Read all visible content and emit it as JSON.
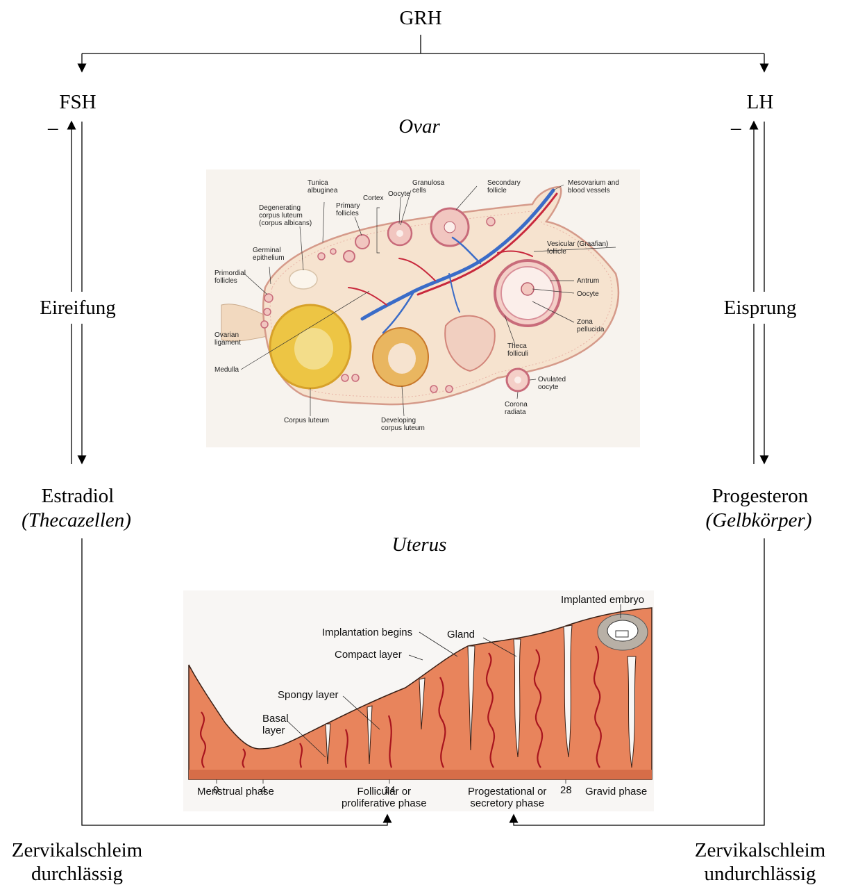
{
  "top": {
    "grh": "GRH",
    "fsh": "FSH",
    "lh": "LH"
  },
  "left": {
    "minus": "–",
    "process": "Eireifung",
    "hormone": "Estradiol",
    "source": "(Thecazellen)",
    "mucus_line1": "Zervikalschleim",
    "mucus_line2": "durchlässig"
  },
  "right": {
    "minus": "–",
    "process": "Eisprung",
    "hormone": "Progesteron",
    "source": "(Gelbkörper)",
    "mucus_line1": "Zervikalschleim",
    "mucus_line2": "undurchlässig"
  },
  "ovary": {
    "heading": "Ovar",
    "labels": {
      "tunica": "Tunica\nalbuginea",
      "granulosa": "Granulosa\ncells",
      "secondary": "Secondary\nfollicle",
      "mesovarium": "Mesovarium and\nblood vessels",
      "oocyte_top": "Oocyte",
      "cortex": "Cortex",
      "primary": "Primary\nfollicles",
      "degenerating": "Degenerating\ncorpus luteum\n(corpus albicans)",
      "germinal": "Germinal\nepithelium",
      "primordial": "Primordial\nfollicles",
      "vesicular": "Vesicular (Graafian)\nfollicle",
      "antrum": "Antrum",
      "oocyte_right": "Oocyte",
      "zona": "Zona\npellucida",
      "theca": "Theca\nfolliculi",
      "ovarian_ligament": "Ovarian\nligament",
      "medulla": "Medulla",
      "corpus_luteum": "Corpus luteum",
      "developing": "Developing\ncorpus luteum",
      "ovulated": "Ovulated\noocyte",
      "corona": "Corona\nradiata"
    }
  },
  "uterus": {
    "heading": "Uterus",
    "labels": {
      "implanted": "Implanted embryo",
      "implantation": "Implantation begins",
      "gland": "Gland",
      "compact": "Compact layer",
      "spongy": "Spongy layer",
      "basal": "Basal\nlayer"
    },
    "day_ticks": [
      "0",
      "4",
      "14",
      "28"
    ],
    "phases": {
      "menstrual": "Menstrual phase",
      "follicular": "Follicular or\nproliferative phase",
      "progestational": "Progestational or\nsecretory phase",
      "gravid": "Gravid phase"
    }
  },
  "colors": {
    "uterus_tissue": "#e8845c",
    "ovary_bg": "#f6e3cf",
    "artery": "#c8283c",
    "vein": "#3a6cc8",
    "corpus_luteum": "#e8c23a"
  }
}
